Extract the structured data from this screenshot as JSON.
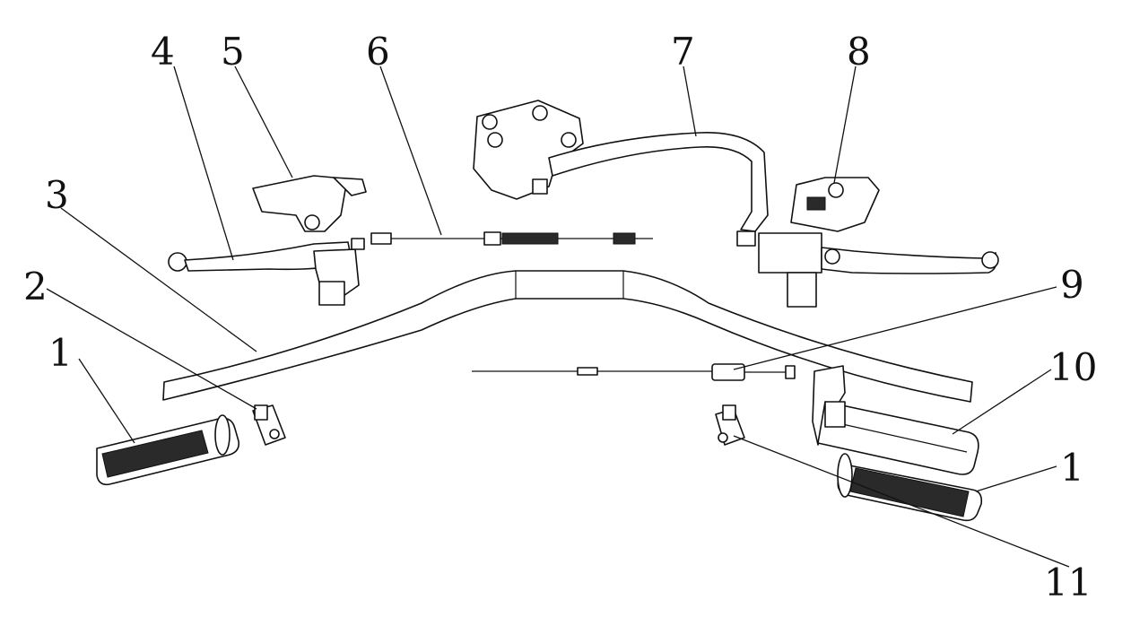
{
  "callouts": {
    "c1_left": "1",
    "c1_right": "1",
    "c2": "2",
    "c3": "3",
    "c4": "4",
    "c5": "5",
    "c6": "6",
    "c7": "7",
    "c8": "8",
    "c9": "9",
    "c10": "10",
    "c11": "11"
  },
  "icons": [
    "grip",
    "switch-block",
    "handlebar",
    "lever",
    "lever-bracket",
    "cable",
    "brake-caliper-hose",
    "master-cylinder-cover",
    "throttle-cable",
    "throttle-housing"
  ]
}
